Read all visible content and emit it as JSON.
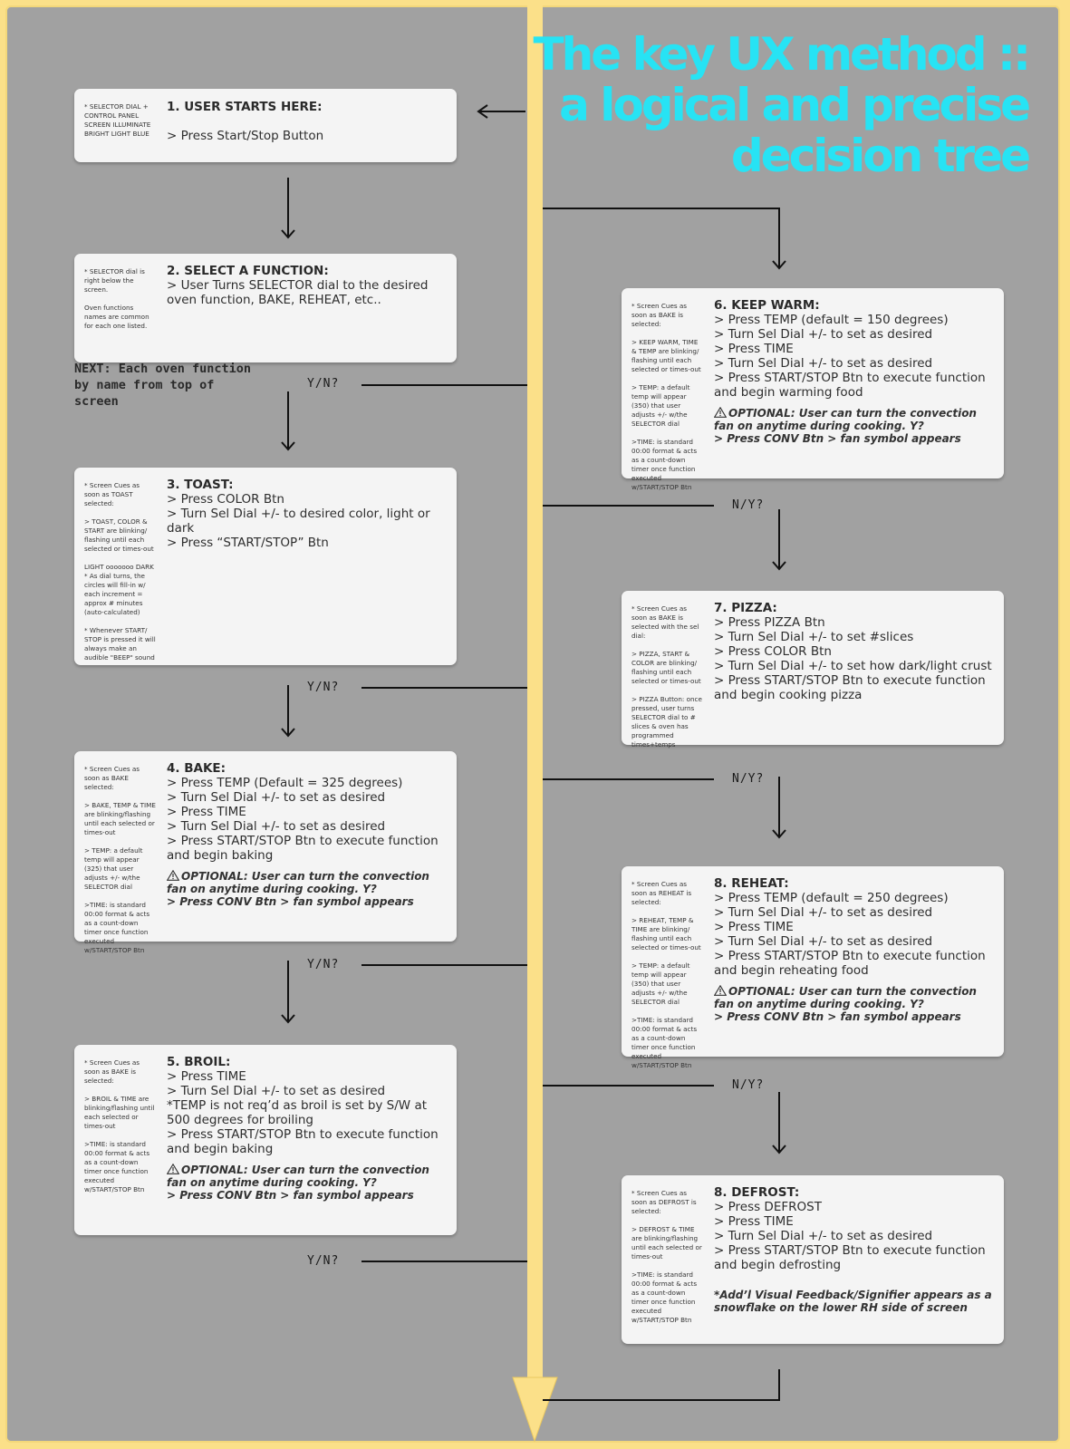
{
  "title": {
    "line1": "The key UX method ::",
    "line2": "a logical and precise",
    "line3": "decision tree"
  },
  "colors": {
    "title": "#27e3f4",
    "spine": "#fbe089",
    "panel": "#a1a1a1",
    "card": "#f4f4f4"
  },
  "icons": {
    "warning": "warning-triangle-icon"
  },
  "cards": {
    "start": {
      "cue": "* SELECTOR DIAL + CONTROL PANEL SCREEN ILLUMINATE BRIGHT LIGHT BLUE",
      "title": "1. USER STARTS HERE:",
      "steps": "\n> Press Start/Stop Button"
    },
    "select": {
      "cue": "* SELECTOR dial is right below the screen.\n\nOven functions names are common for each one listed.",
      "title": "2. SELECT A FUNCTION:",
      "steps": "> User Turns SELECTOR dial to the desired oven function, BAKE, REHEAT, etc.."
    },
    "toast": {
      "cue": "* Screen Cues as soon as TOAST selected:\n\n> TOAST, COLOR & START are blinking/ flashing until each selected or times-out\n\nLIGHT ooooooo DARK\n* As dial turns, the circles will fill-in w/ each increment = approx # minutes (auto-calculated)\n\n* Whenever START/ STOP is pressed it will always make an audible \"BEEP\" sound",
      "title": "3. TOAST:",
      "steps": "> Press COLOR Btn\n> Turn Sel Dial +/- to desired color, light or dark\n> Press “START/STOP” Btn"
    },
    "bake": {
      "cue": "* Screen Cues as soon as BAKE selected:\n\n> BAKE, TEMP & TIME are blinking/flashing until each selected or times-out\n\n> TEMP: a default temp will appear (325) that user adjusts +/- w/the SELECTOR dial\n\n>TIME: is standard 00:00 format & acts as a count-down timer once function executed w/START/STOP Btn",
      "title": "4. BAKE:",
      "steps": "> Press TEMP (Default = 325 degrees)\n> Turn Sel Dial +/- to set as desired\n> Press TIME\n> Turn Sel Dial +/- to set as desired\n> Press START/STOP Btn to execute function and begin baking",
      "optional": "OPTIONAL: User can turn the convection fan on anytime during cooking. Y?\n> Press CONV Btn > fan symbol appears"
    },
    "broil": {
      "cue": "* Screen Cues as soon as BAKE is selected:\n\n> BROIL & TIME are blinking/flashing until each selected or times-out\n\n>TIME: is standard 00:00 format & acts as a count-down timer once function executed w/START/STOP Btn",
      "title": "5. BROIL:",
      "steps": "> Press TIME\n> Turn Sel Dial +/- to set as desired\n*TEMP is not req’d as broil is set by S/W at 500 degrees for broiling\n> Press START/STOP Btn to execute function and begin baking",
      "optional": "OPTIONAL: User can turn the convection fan on anytime during cooking. Y?\n> Press CONV Btn > fan symbol appears"
    },
    "warm": {
      "cue": "* Screen Cues as soon as BAKE is selected:\n\n> KEEP WARM, TIME & TEMP are blinking/ flashing until each selected or times-out\n\n> TEMP: a default temp will appear (350) that user adjusts +/- w/the SELECTOR dial\n\n>TIME: is standard 00:00 format & acts as a count-down timer once function executed w/START/STOP Btn",
      "title": "6. KEEP WARM:",
      "steps": "> Press TEMP (default = 150 degrees)\n> Turn Sel Dial +/- to set as desired\n> Press TIME\n> Turn Sel Dial +/- to set as desired\n> Press START/STOP Btn to execute function and begin warming food",
      "optional": "OPTIONAL: User can turn the convection fan on anytime during cooking. Y?\n> Press CONV Btn > fan symbol appears"
    },
    "pizza": {
      "cue": "* Screen Cues as soon as BAKE is selected with the sel dial:\n\n> PIZZA, START & COLOR are blinking/ flashing until each selected or times-out\n\n> PIZZA Button: once pressed, user turns SELECTOR dial to # slices & oven has programmed times+temps",
      "title": "7. PIZZA:",
      "steps": "> Press PIZZA Btn\n> Turn Sel Dial +/- to set #slices\n> Press COLOR Btn\n> Turn Sel Dial +/- to set how dark/light crust\n> Press START/STOP Btn to execute function and begin cooking pizza"
    },
    "reheat": {
      "cue": "* Screen Cues as soon as REHEAT is selected:\n\n> REHEAT, TEMP & TIME are blinking/ flashing until each selected or times-out\n\n> TEMP: a default temp will appear (350) that user adjusts +/- w/the SELECTOR dial\n\n>TIME: is standard 00:00 format & acts as a count-down timer once function executed w/START/STOP Btn",
      "title": "8. REHEAT:",
      "steps": "> Press TEMP (default = 250 degrees)\n> Turn Sel Dial +/- to set as desired\n> Press TIME\n> Turn Sel Dial +/- to set as desired\n> Press START/STOP Btn to execute function and begin reheating food",
      "optional": "OPTIONAL: User can turn the convection fan on anytime during cooking. Y?\n> Press CONV Btn > fan symbol appears"
    },
    "defrost": {
      "cue": "* Screen Cues as soon as DEFROST is selected:\n\n> DEFROST & TIME are blinking/flashing until each selected or times-out\n\n>TIME: is standard 00:00 format & acts as a count-down timer once function executed w/START/STOP Btn",
      "title": "8. DEFROST:",
      "steps": "> Press DEFROST\n> Press TIME\n> Turn Sel Dial +/- to set as desired\n> Press START/STOP Btn to execute function and begin defrosting",
      "optional": "*Add’l Visual Feedback/Signifier appears as a snowflake on the lower RH side of screen"
    }
  },
  "note": "NEXT: Each oven function by name from top of screen",
  "decisions": {
    "yn": "Y/N?",
    "ny": "N/Y?"
  }
}
